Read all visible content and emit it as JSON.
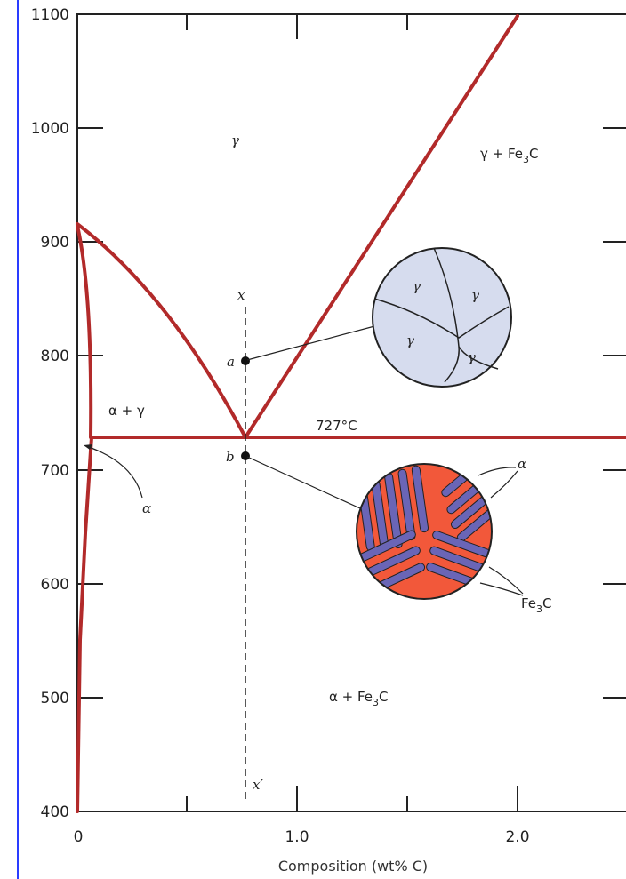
{
  "diagram": {
    "y_ticks": [
      "1100",
      "1000",
      "900",
      "800",
      "700",
      "600",
      "500",
      "400"
    ],
    "x_ticks": [
      "0",
      "1.0",
      "2.0"
    ],
    "x_axis_title": "Composition (wt% C)",
    "eutectoid_temp_label": "727°C",
    "regions": {
      "gamma": "γ",
      "gamma_fe3c_prefix": "γ + Fe",
      "alpha_gamma": "α + γ",
      "alpha_fe3c_prefix": "α + Fe",
      "sub3": "3",
      "sub3_b": "3",
      "c_suffix": "C",
      "c_suffix_b": "C"
    },
    "points": {
      "a": "a",
      "b": "b",
      "x": "x",
      "x_prime": "x′"
    },
    "alpha_label": "α",
    "micro_top_grains": [
      "γ",
      "γ",
      "γ",
      "γ"
    ],
    "micro_bottom_alpha_label": "α",
    "micro_bottom_fe3c_prefix": "Fe",
    "micro_bottom_fe3c_sub": "3",
    "micro_bottom_fe3c_suffix": "C",
    "colors": {
      "phase_line": "#b22a2a",
      "austenite_grain": "#d6dcee",
      "ferrite": "#6a65b6",
      "cementite": "#f2583a"
    }
  }
}
